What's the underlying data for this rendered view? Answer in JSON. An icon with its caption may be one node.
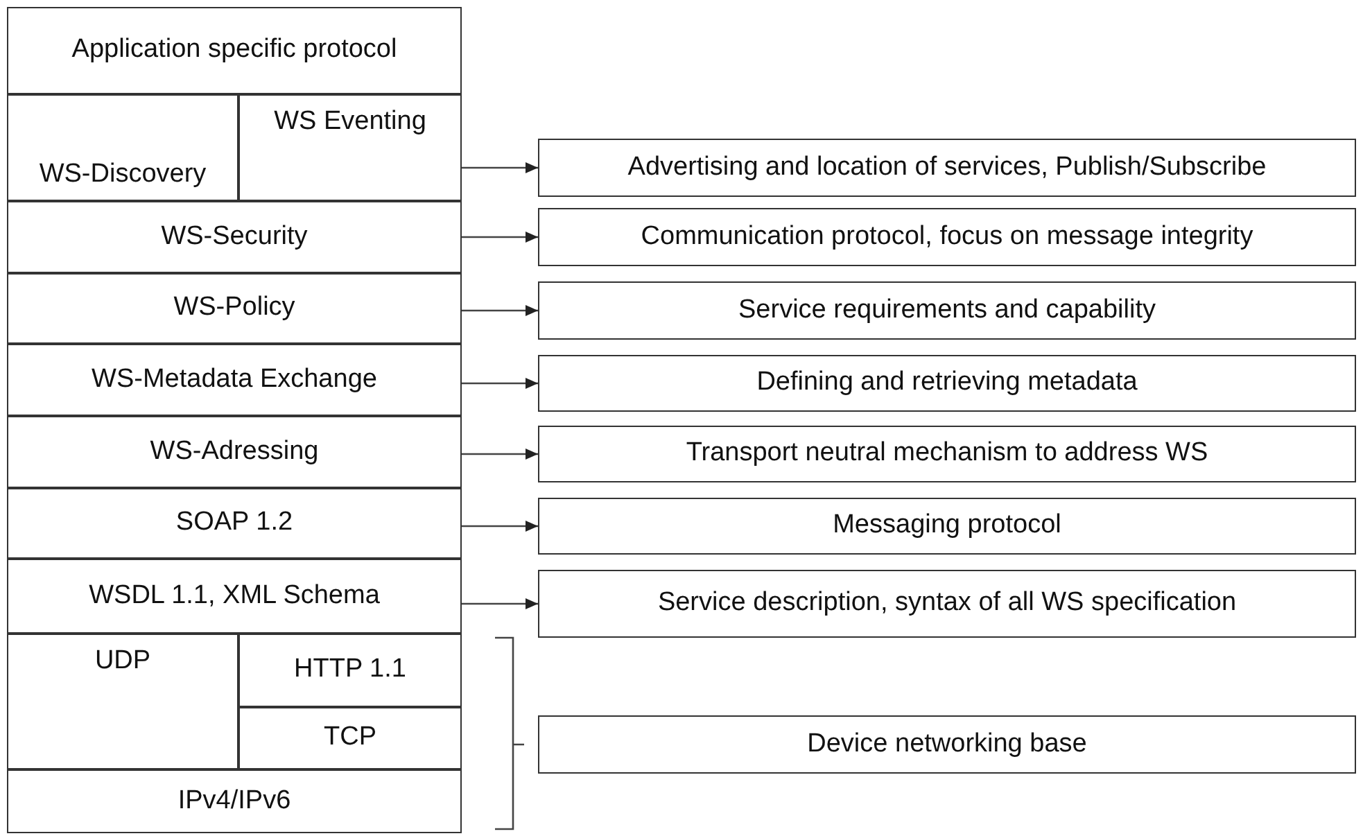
{
  "diagram": {
    "nodes": [
      {
        "text": [
          "Application specific protocol"
        ]
      },
      {
        "text": [
          "WS-Discovery"
        ]
      },
      {
        "text": [
          "WS Eventing"
        ]
      },
      {
        "text": [
          "WS-Security"
        ]
      },
      {
        "text": [
          "WS-Policy"
        ]
      },
      {
        "text": [
          "WS-Metadata Exchange"
        ]
      },
      {
        "text": [
          "WS-Adressing"
        ]
      },
      {
        "text": [
          "SOAP 1.2"
        ]
      },
      {
        "text": [
          "WSDL 1.1, XML Schema"
        ]
      },
      {
        "text": [
          "UDP"
        ]
      },
      {
        "text": [
          "HTTP 1.1"
        ]
      },
      {
        "text": [
          "TCP"
        ]
      },
      {
        "text": [
          "IPv4/IPv6"
        ]
      },
      {
        "text": [
          "Advertising and location of services, Publish/Subscribe"
        ]
      },
      {
        "text": [
          "Communication protocol, focus on message integrity"
        ]
      },
      {
        "text": [
          "Service requirements and capability"
        ]
      },
      {
        "text": [
          "Defining and retrieving metadata"
        ]
      },
      {
        "text": [
          "Transport neutral mechanism to address WS"
        ]
      },
      {
        "text": [
          "Messaging protocol"
        ]
      },
      {
        "text": [
          "Service description, syntax of all WS specification"
        ]
      },
      {
        "text": [
          "Device networking base"
        ]
      }
    ],
    "edges": [
      {
        "from": 2,
        "to": 13,
        "arrow": "to"
      },
      {
        "from": 3,
        "to": 14,
        "arrow": "to"
      },
      {
        "from": 4,
        "to": 15,
        "arrow": "to"
      },
      {
        "from": 5,
        "to": 16,
        "arrow": "to"
      },
      {
        "from": 6,
        "to": 17,
        "arrow": "to"
      },
      {
        "from": 7,
        "to": 18,
        "arrow": "to"
      },
      {
        "from": 8,
        "to": 19,
        "arrow": "to"
      }
    ]
  }
}
